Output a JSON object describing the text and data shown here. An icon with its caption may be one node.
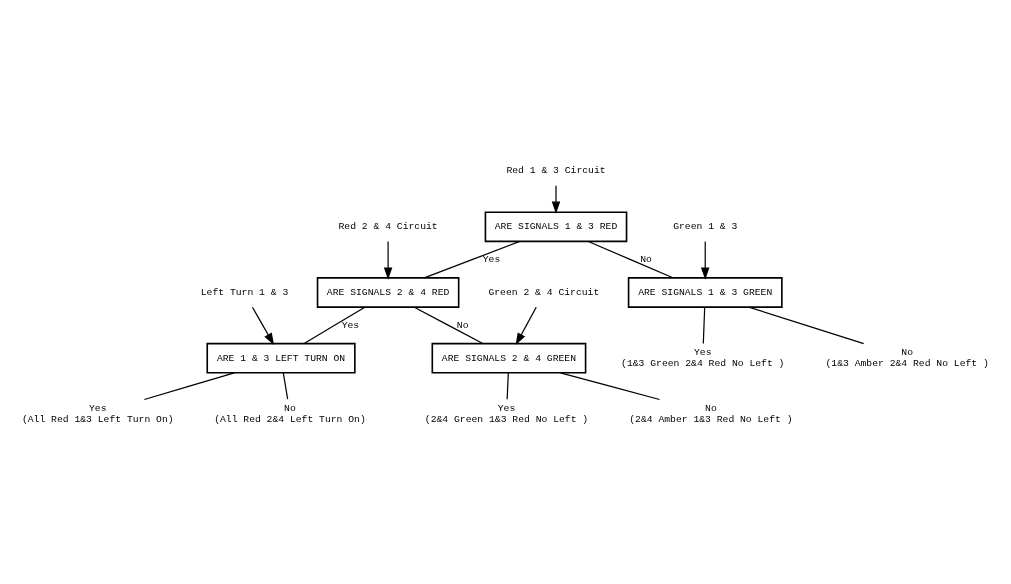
{
  "diagram": {
    "nodes": [
      {
        "text": [
          "ARE SIGNALS 1 & 3 RED"
        ]
      },
      {
        "text": [
          "Red 1 & 3 Circuit"
        ]
      },
      {
        "text": [
          "ARE SIGNALS 2 & 4 RED"
        ]
      },
      {
        "text": [
          "Red 2 & 4 Circuit"
        ]
      },
      {
        "text": [
          "Green 2 & 4 Circuit"
        ]
      },
      {
        "text": [
          "ARE 1 & 3 LEFT TURN ON"
        ]
      },
      {
        "text": [
          "Left Turn 1 & 3"
        ]
      },
      {
        "text": [
          "ARE SIGNALS 2 & 4 GREEN"
        ]
      },
      {
        "text": [
          "ARE SIGNALS 1 & 3 GREEN"
        ]
      },
      {
        "text": [
          "Green 1 & 3"
        ]
      },
      {
        "text": [
          "Yes",
          "(All Red 1&3 Left Turn On)"
        ]
      },
      {
        "text": [
          "No",
          "(All Red 2&4 Left Turn On)"
        ]
      },
      {
        "text": [
          "Yes",
          "(2&4 Green 1&3 Red No Left )"
        ]
      },
      {
        "text": [
          "No",
          "(2&4 Amber 1&3 Red No Left )"
        ]
      },
      {
        "text": [
          "Yes",
          "(1&3 Green 2&4 Red No Left )"
        ]
      },
      {
        "text": [
          "No",
          "(1&3 Amber 2&4 Red No Left )"
        ]
      }
    ],
    "edges": [
      {
        "from": 1,
        "to": 0,
        "arrow": "to"
      },
      {
        "from": 0,
        "to": 2,
        "arrow": "none",
        "label": "Yes"
      },
      {
        "from": 0,
        "to": 8,
        "arrow": "none",
        "label": "No"
      },
      {
        "from": 3,
        "to": 2,
        "arrow": "to"
      },
      {
        "from": 4,
        "to": 7,
        "arrow": "to"
      },
      {
        "from": 2,
        "to": 5,
        "arrow": "none",
        "label": "Yes"
      },
      {
        "from": 2,
        "to": 7,
        "arrow": "none",
        "label": "No"
      },
      {
        "from": 6,
        "to": 5,
        "arrow": "to"
      },
      {
        "from": 9,
        "to": 8,
        "arrow": "to"
      },
      {
        "from": 5,
        "to": 10,
        "arrow": "none"
      },
      {
        "from": 5,
        "to": 11,
        "arrow": "none"
      },
      {
        "from": 7,
        "to": 12,
        "arrow": "none"
      },
      {
        "from": 7,
        "to": 13,
        "arrow": "none"
      },
      {
        "from": 8,
        "to": 14,
        "arrow": "none"
      },
      {
        "from": 8,
        "to": 15,
        "arrow": "none"
      }
    ]
  }
}
